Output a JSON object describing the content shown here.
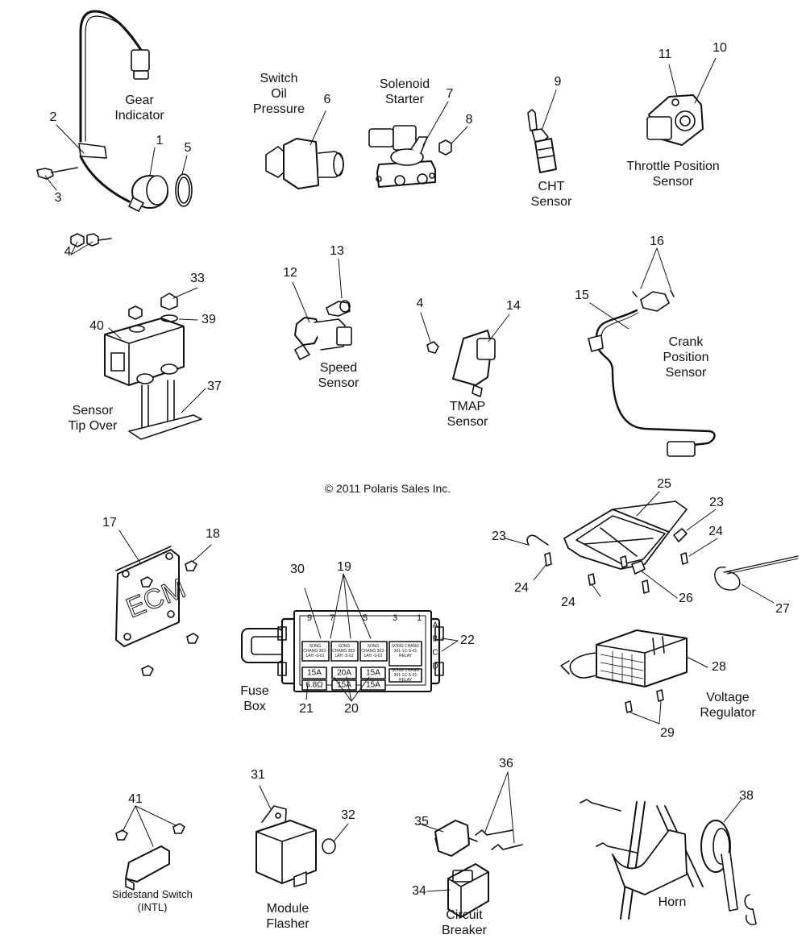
{
  "copyright": "© 2011 Polaris Sales Inc.",
  "labels": [
    {
      "id": "gear-indicator",
      "lines": [
        "Gear",
        "Indicator"
      ]
    },
    {
      "id": "switch-oil-pressure",
      "lines": [
        "Switch",
        "Oil",
        "Pressure"
      ]
    },
    {
      "id": "solenoid-starter",
      "lines": [
        "Solenoid",
        "Starter"
      ]
    },
    {
      "id": "cht-sensor",
      "lines": [
        "CHT",
        "Sensor"
      ]
    },
    {
      "id": "throttle-position-sensor",
      "lines": [
        "Throttle Position",
        "Sensor"
      ]
    },
    {
      "id": "sensor-tip-over",
      "lines": [
        "Sensor",
        "Tip Over"
      ]
    },
    {
      "id": "speed-sensor",
      "lines": [
        "Speed",
        "Sensor"
      ]
    },
    {
      "id": "tmap-sensor",
      "lines": [
        "TMAP",
        "Sensor"
      ]
    },
    {
      "id": "crank-position-sensor",
      "lines": [
        "Crank",
        "Position",
        "Sensor"
      ]
    },
    {
      "id": "fuse-box",
      "lines": [
        "Fuse",
        "Box"
      ]
    },
    {
      "id": "voltage-regulator",
      "lines": [
        "Voltage",
        "Regulator"
      ]
    },
    {
      "id": "sidestand-switch",
      "lines": [
        "Sidestand Switch",
        "(INTL)"
      ]
    },
    {
      "id": "module-flasher",
      "lines": [
        "Module",
        "Flasher"
      ]
    },
    {
      "id": "circuit-breaker",
      "lines": [
        "Circuit",
        "Breaker"
      ]
    },
    {
      "id": "horn",
      "lines": [
        "Horn"
      ]
    }
  ],
  "callouts": [
    "1",
    "2",
    "3",
    "4",
    "5",
    "6",
    "7",
    "8",
    "9",
    "10",
    "11",
    "12",
    "13",
    "4",
    "14",
    "15",
    "16",
    "33",
    "40",
    "39",
    "37",
    "17",
    "18",
    "30",
    "19",
    "25",
    "23",
    "23",
    "24",
    "24",
    "24",
    "26",
    "27",
    "22",
    "21",
    "20",
    "28",
    "29",
    "41",
    "31",
    "32",
    "35",
    "36",
    "34",
    "38"
  ],
  "ecm_text": "ECM",
  "fuse_box": {
    "top_numbers": [
      "9",
      "7",
      "5",
      "3",
      "1"
    ],
    "side_letters": [
      "A",
      "B",
      "C",
      "D"
    ],
    "relay_text": [
      "SONG CHANG 303-1AH -S-01",
      "SONG CHANG 303-1AH -S-01",
      "SONG CHANG 303-1AH -S-01",
      "SONG CHANG 301-1C-S-01 RELAY",
      "SONG CHANG 301-1C-S-01 RELAY"
    ],
    "fuse_values": [
      "15A",
      "20A",
      "15A",
      "6.8Ω",
      "15A",
      "15A"
    ]
  }
}
